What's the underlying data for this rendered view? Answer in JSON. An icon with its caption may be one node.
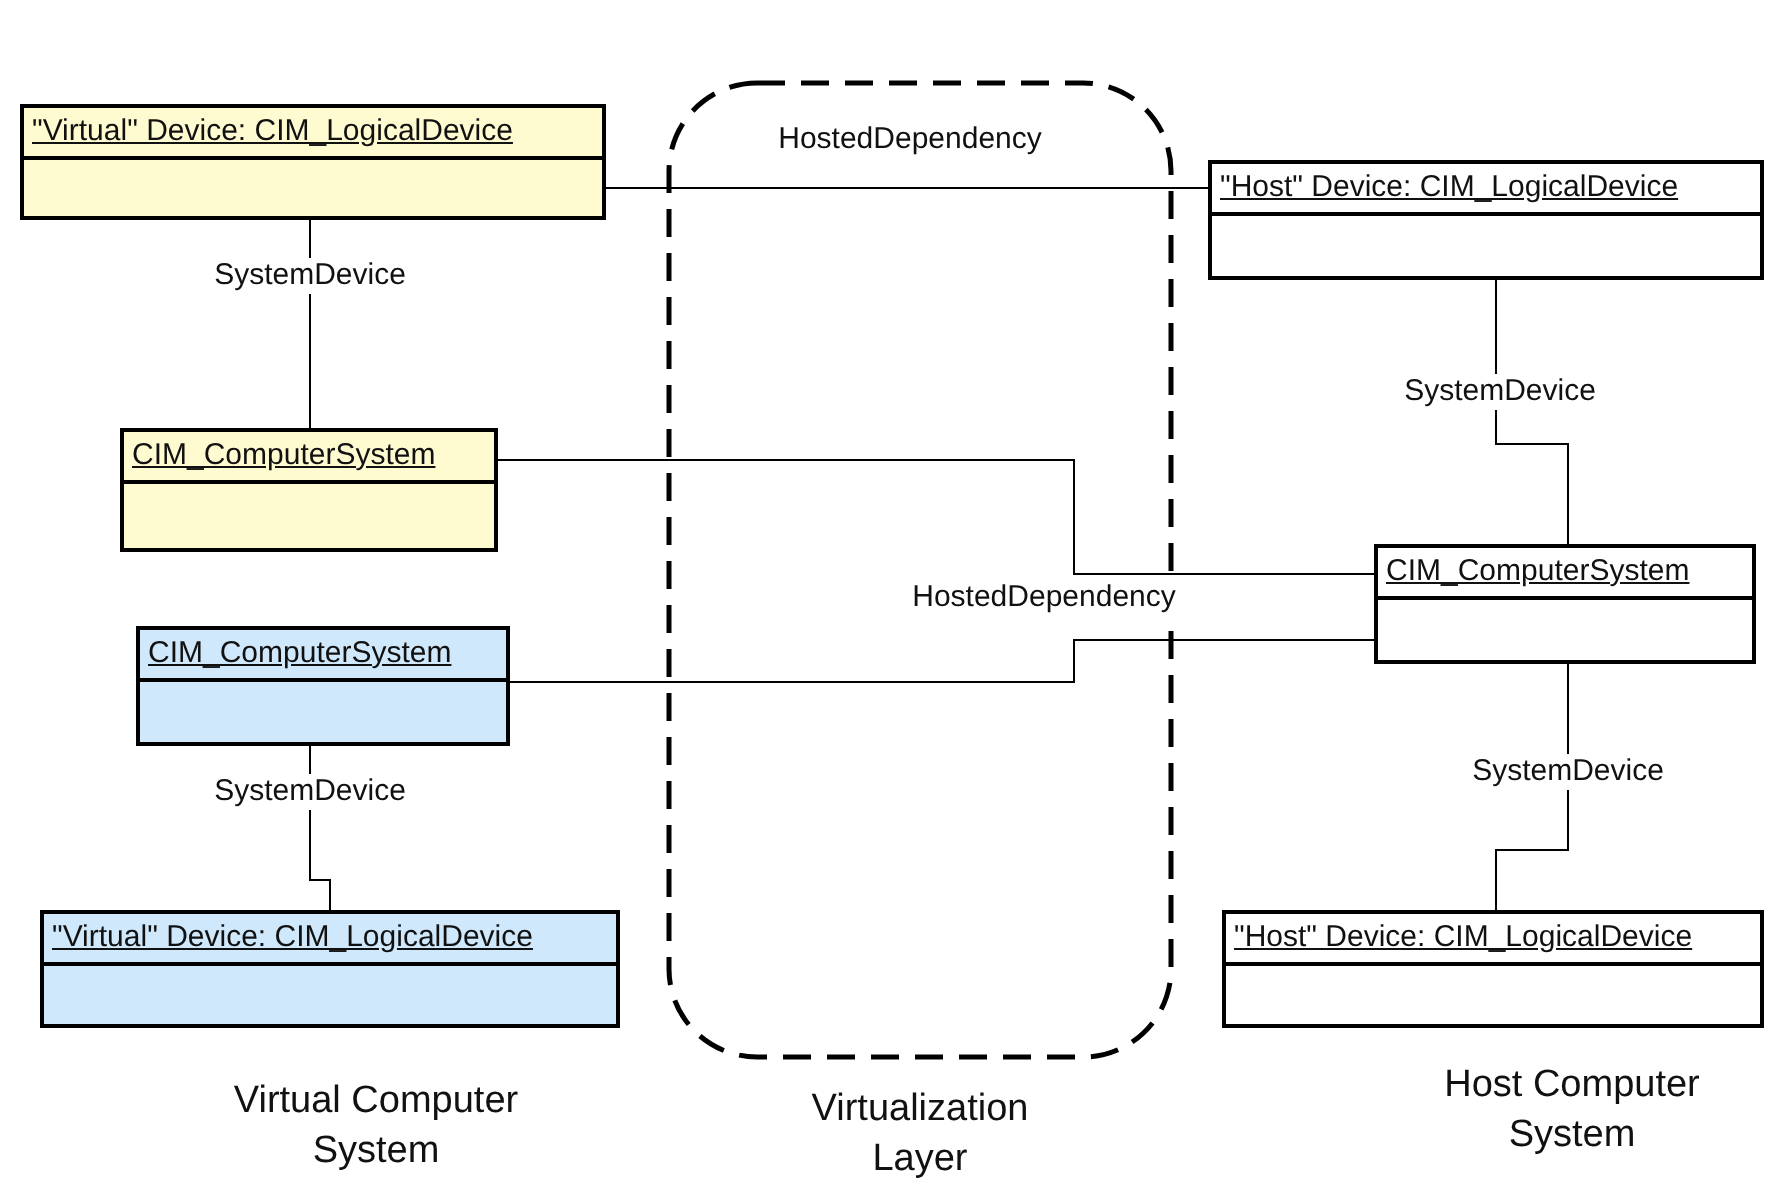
{
  "diagram": {
    "nodes": [
      {
        "text": [
          "\"Virtual\" Device: CIM_LogicalDevice"
        ]
      },
      {
        "text": [
          "CIM_ComputerSystem"
        ]
      },
      {
        "text": [
          "CIM_ComputerSystem"
        ]
      },
      {
        "text": [
          "\"Virtual\" Device: CIM_LogicalDevice"
        ]
      },
      {
        "text": [
          "\"Host\" Device: CIM_LogicalDevice"
        ]
      },
      {
        "text": [
          "CIM_ComputerSystem"
        ]
      },
      {
        "text": [
          "\"Host\" Device: CIM_LogicalDevice"
        ]
      }
    ],
    "edges": [
      {
        "from": 0,
        "to": 4,
        "arrow": "none",
        "label": "HostedDependency"
      },
      {
        "from": 1,
        "to": 5,
        "arrow": "none"
      },
      {
        "from": 2,
        "to": 5,
        "arrow": "none",
        "label": "HostedDependency"
      },
      {
        "from": 0,
        "to": 1,
        "arrow": "none",
        "label": "SystemDevice"
      },
      {
        "from": 4,
        "to": 5,
        "arrow": "none",
        "label": "SystemDevice"
      },
      {
        "from": 2,
        "to": 3,
        "arrow": "none",
        "label": "SystemDevice"
      },
      {
        "from": 5,
        "to": 6,
        "arrow": "none",
        "label": "SystemDevice"
      }
    ],
    "labels": [
      "Virtual Computer System",
      "Virtualization Layer",
      "Host Computer System"
    ]
  }
}
